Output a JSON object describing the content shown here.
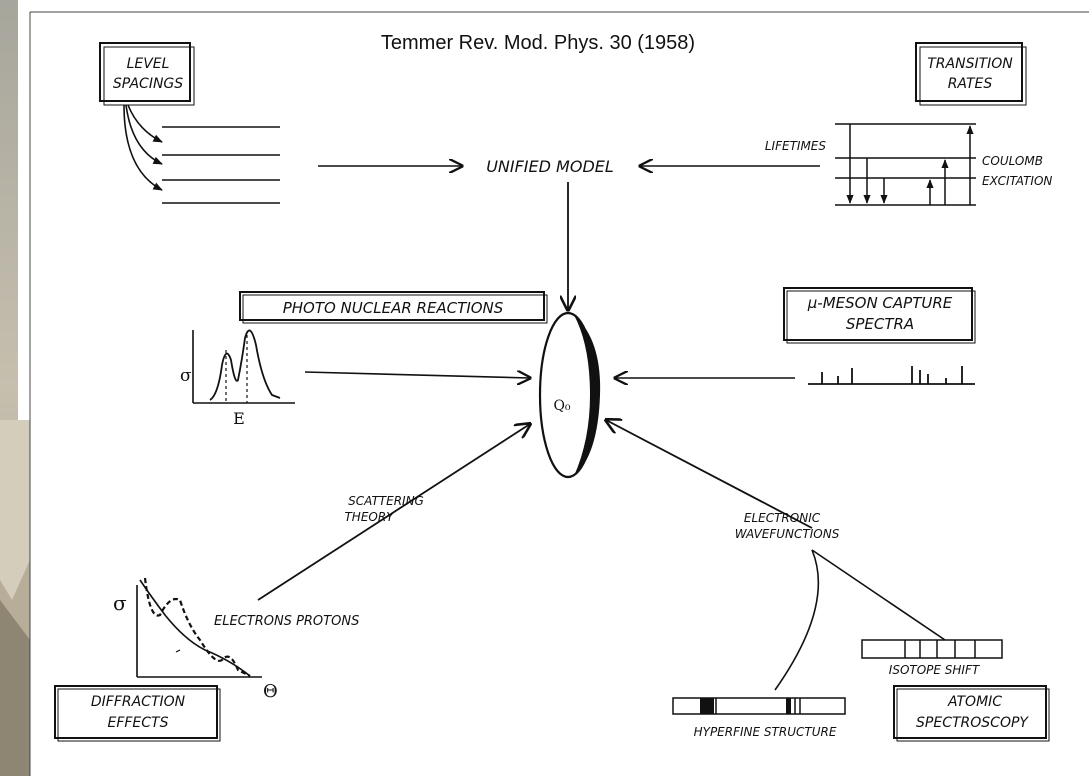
{
  "citation": "Temmer Rev. Mod. Phys. 30 (1958)",
  "center": {
    "label": "Q₀"
  },
  "unified_model": "UNIFIED MODEL",
  "level_spacings": {
    "line1": "LEVEL",
    "line2": "SPACINGS"
  },
  "transition_rates": {
    "line1": "TRANSITION",
    "line2": "RATES",
    "lifetimes": "LIFETIMES",
    "coulomb": "COULOMB",
    "excitation": "EXCITATION"
  },
  "photo_nuclear": {
    "title": "PHOTO NUCLEAR  REACTIONS",
    "y_axis": "σ",
    "x_axis": "E"
  },
  "mu_meson": {
    "line1": "μ-MESON CAPTURE",
    "line2": "SPECTRA"
  },
  "scattering": {
    "line1": "SCATTERING",
    "line2": "THEORY",
    "particles": "ELECTRONS PROTONS"
  },
  "diffraction": {
    "line1": "DIFFRACTION",
    "line2": "EFFECTS",
    "y_axis": "σ",
    "x_axis": "Θ"
  },
  "electronic": {
    "line1": "ELECTRONIC",
    "line2": "WAVEFUNCTIONS"
  },
  "isotope_shift": "ISOTOPE SHIFT",
  "hyperfine": "HYPERFINE STRUCTURE",
  "atomic": {
    "line1": "ATOMIC",
    "line2": "SPECTROSCOPY"
  },
  "colors": {
    "ink": "#111111",
    "photo_strip": "#b9b2a1"
  }
}
